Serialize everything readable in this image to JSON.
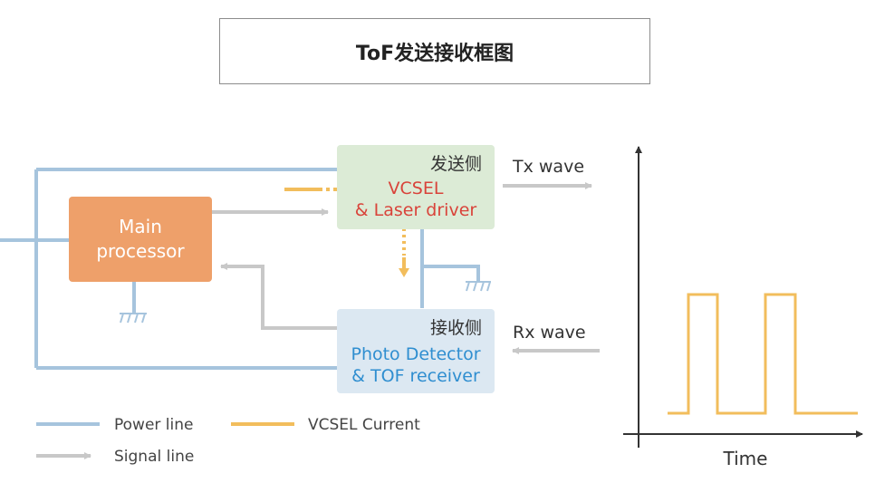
{
  "title": "ToF发送接收框图",
  "blocks": {
    "main_processor": {
      "line1": "Main",
      "line2": "processor"
    },
    "tx": {
      "heading": "发送侧",
      "line1": "VCSEL",
      "line2": "& Laser driver"
    },
    "rx": {
      "heading": "接收侧",
      "line1": "Photo Detector",
      "line2": "& TOF receiver"
    }
  },
  "labels": {
    "tx_wave": "Tx wave",
    "rx_wave": "Rx wave",
    "time": "Time"
  },
  "legend": {
    "power": "Power line",
    "vcsel": "VCSEL Current",
    "signal": "Signal line"
  },
  "colors": {
    "power": "#a6c4dd",
    "signal": "#c8c8c8",
    "vcsel": "#f2bd5c",
    "processor_fill": "#eea06a",
    "tx_fill": "#dcebd6",
    "rx_fill": "#dce8f2",
    "tx_text": "#d9433a",
    "rx_text": "#2f8ed0"
  }
}
